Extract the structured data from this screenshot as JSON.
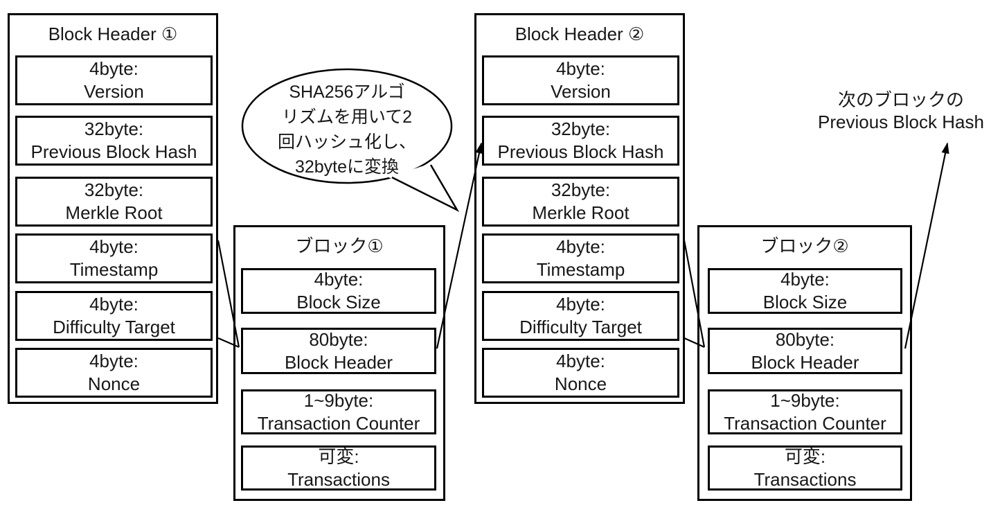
{
  "panels": {
    "block_header_1": {
      "title": "Block Header ①",
      "fields": [
        {
          "size": "4byte:",
          "name": "Version"
        },
        {
          "size": "32byte:",
          "name": "Previous Block Hash"
        },
        {
          "size": "32byte:",
          "name": "Merkle Root"
        },
        {
          "size": "4byte:",
          "name": "Timestamp"
        },
        {
          "size": "4byte:",
          "name": "Difficulty Target"
        },
        {
          "size": "4byte:",
          "name": "Nonce"
        }
      ]
    },
    "block_1": {
      "title": "ブロック①",
      "fields": [
        {
          "size": "4byte:",
          "name": "Block Size"
        },
        {
          "size": "80byte:",
          "name": "Block Header"
        },
        {
          "size": "1~9byte:",
          "name": "Transaction Counter"
        },
        {
          "size": "可変:",
          "name": "Transactions"
        }
      ]
    },
    "block_header_2": {
      "title": "Block Header ②",
      "fields": [
        {
          "size": "4byte:",
          "name": "Version"
        },
        {
          "size": "32byte:",
          "name": "Previous Block Hash"
        },
        {
          "size": "32byte:",
          "name": "Merkle Root"
        },
        {
          "size": "4byte:",
          "name": "Timestamp"
        },
        {
          "size": "4byte:",
          "name": "Difficulty Target"
        },
        {
          "size": "4byte:",
          "name": "Nonce"
        }
      ]
    },
    "block_2": {
      "title": "ブロック②",
      "fields": [
        {
          "size": "4byte:",
          "name": "Block Size"
        },
        {
          "size": "80byte:",
          "name": "Block Header"
        },
        {
          "size": "1~9byte:",
          "name": "Transaction Counter"
        },
        {
          "size": "可変:",
          "name": "Transactions"
        }
      ]
    }
  },
  "callout": {
    "lines": [
      "SHA256アルゴ",
      "リズムを用いて2",
      "回ハッシュ化し、",
      "32byteに変換"
    ],
    "full_text": "SHA256アルゴリズムを用いて2回ハッシュ化し、32byteに変換"
  },
  "annotation": {
    "lines": [
      "次のブロックの",
      "Previous Block Hash"
    ]
  },
  "colors": {
    "stroke": "#000000",
    "background": "#ffffff"
  }
}
